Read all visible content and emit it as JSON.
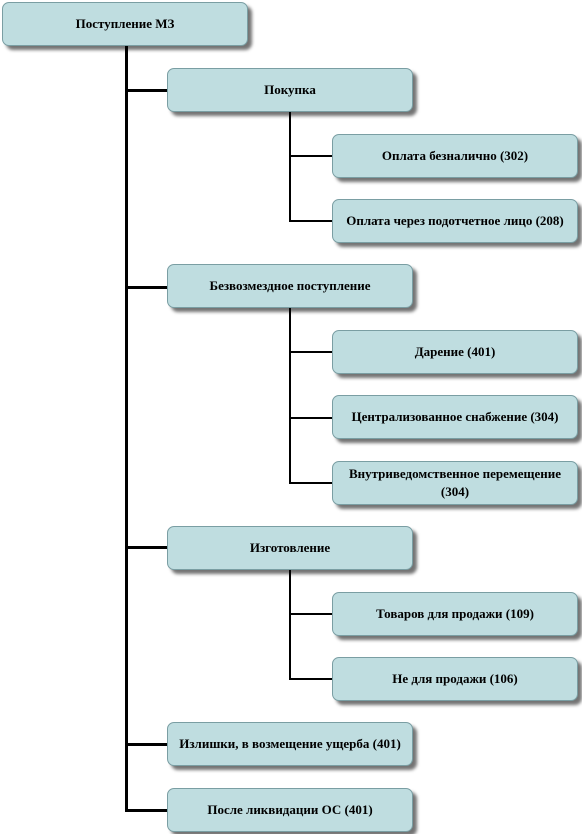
{
  "diagram": {
    "root": "Поступление МЗ",
    "categories": [
      {
        "label": "Покупка",
        "children": [
          "Оплата  безналично (302)",
          "Оплата  через подотчетное лицо (208)"
        ]
      },
      {
        "label": "Безвозмездное поступление",
        "children": [
          "Дарение (401)",
          "Централизованное  снабжение (304)",
          "Внутриведомственное перемещение (304)"
        ]
      },
      {
        "label": "Изготовление",
        "children": [
          "Товаров для продажи (109)",
          "Не для продажи (106)"
        ]
      },
      {
        "label": "Излишки, в возмещение ущерба (401)",
        "children": []
      },
      {
        "label": "После ликвидации  ОС (401)",
        "children": []
      }
    ]
  }
}
